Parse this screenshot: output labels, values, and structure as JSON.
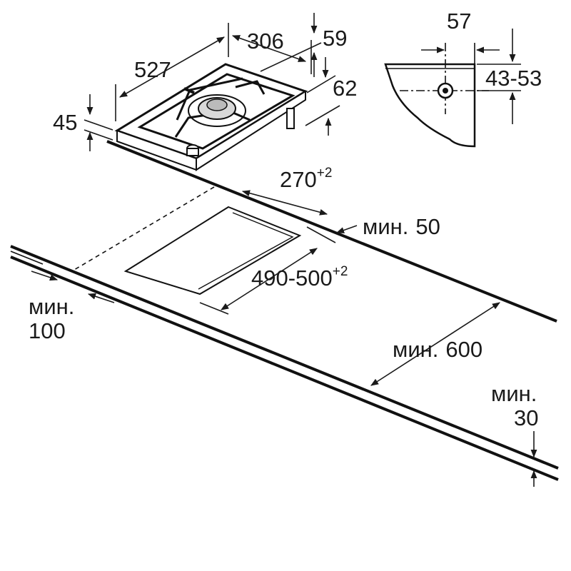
{
  "hob": {
    "width": "527",
    "depth": "306",
    "height_above": "59",
    "height_total": "62",
    "front_offset": "45"
  },
  "side_detail": {
    "edge": "57",
    "range": "43-53"
  },
  "cutout": {
    "width": "270",
    "width_tol": "+2",
    "depth": "490-500",
    "depth_tol": "+2"
  },
  "clearances": {
    "back_prefix": "мин.",
    "back_value": "50",
    "side_prefix": "мин.",
    "side_value": "100",
    "above_prefix": "мин.",
    "above_value": "600",
    "front_prefix": "мин.",
    "front_value": "30"
  }
}
